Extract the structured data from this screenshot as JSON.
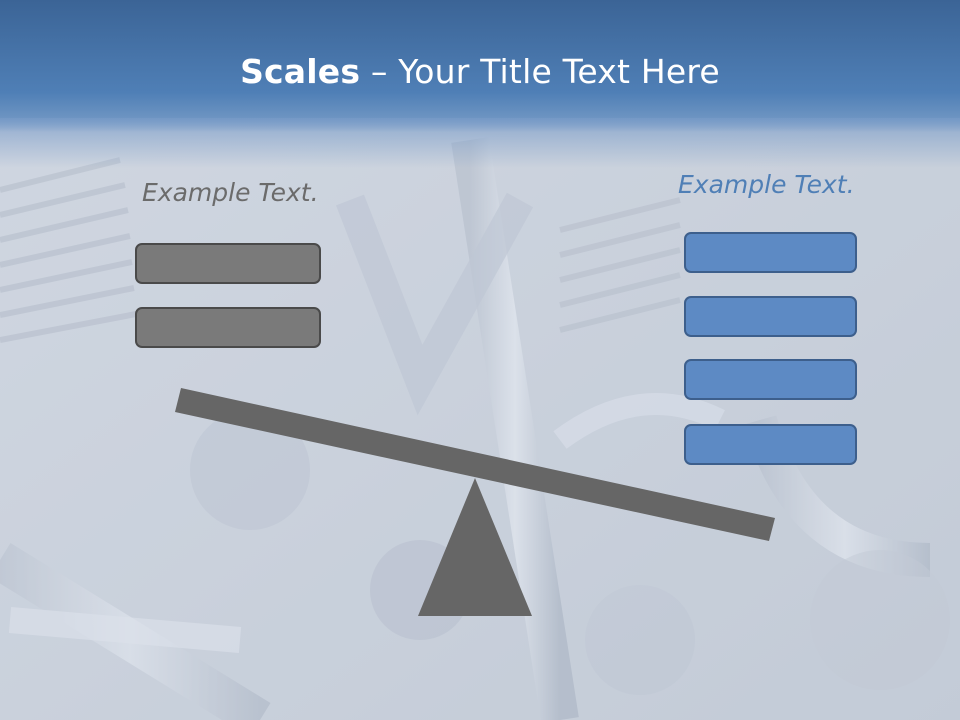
{
  "slide": {
    "title_bold": "Scales",
    "title_rest": " – Your Title Text Here"
  },
  "left": {
    "label": "Example Text.",
    "box_count": 2
  },
  "right": {
    "label": "Example Text.",
    "box_count": 4
  },
  "colors": {
    "title_bar": "#4f7fb6",
    "left_box": "#7a7a7a",
    "right_box": "#5d8ac4",
    "beam": "#666666",
    "fulcrum": "#666666"
  }
}
